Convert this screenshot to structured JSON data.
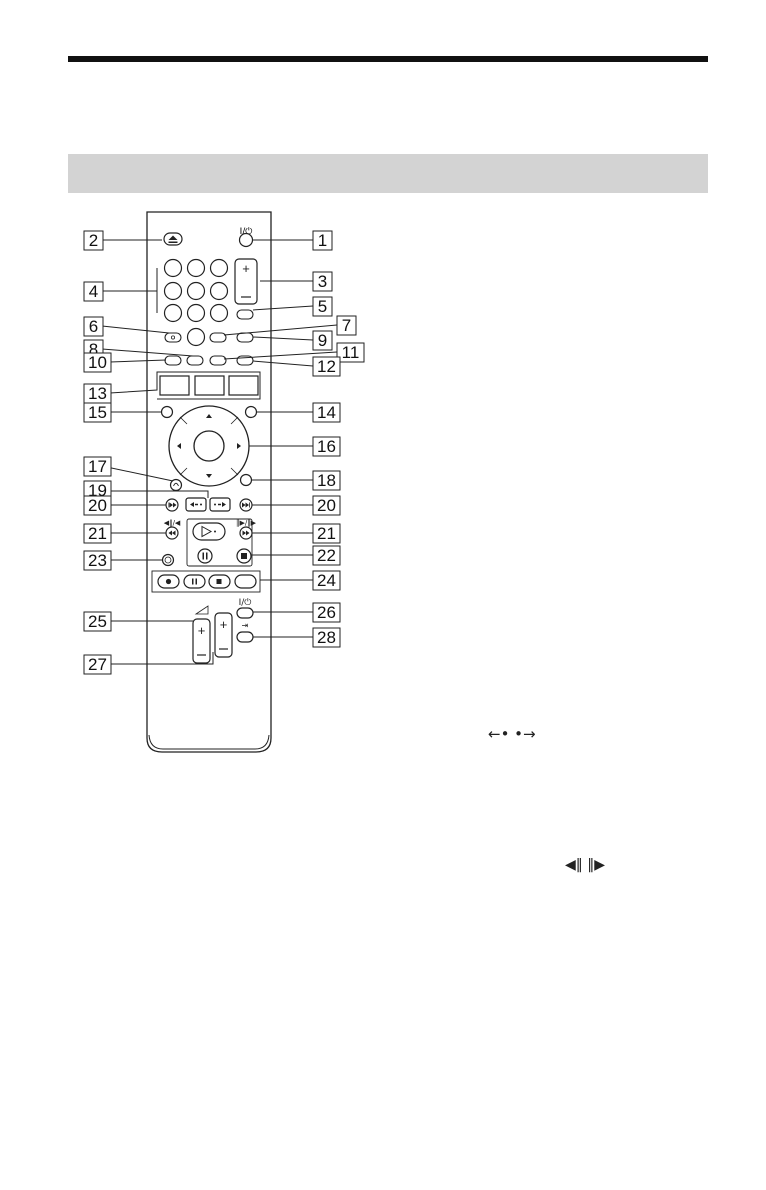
{
  "page": {
    "background": "#ffffff",
    "header_rule_color": "#111111",
    "section_bar_color": "#d3d3d3"
  },
  "remote": {
    "body_color": "#ffffff",
    "outline_color": "#222222",
    "labels": {
      "power": "I/⏻",
      "tv_power": "I/⏻",
      "input": "⇥",
      "plus": "+",
      "minus": "–",
      "slow_step": "◀‖/◀",
      "slow_step_right": "‖▶/‖▶"
    }
  },
  "callouts": [
    "1",
    "2",
    "3",
    "4",
    "5",
    "6",
    "7",
    "8",
    "9",
    "10",
    "11",
    "12",
    "13",
    "14",
    "15",
    "16",
    "17",
    "18",
    "19",
    "20",
    "20",
    "21",
    "21",
    "22",
    "23",
    "24",
    "25",
    "26",
    "27",
    "28"
  ],
  "text_icons": {
    "instant_arrows": "←• •→",
    "slow_arrows": "◀‖ ‖▶"
  }
}
